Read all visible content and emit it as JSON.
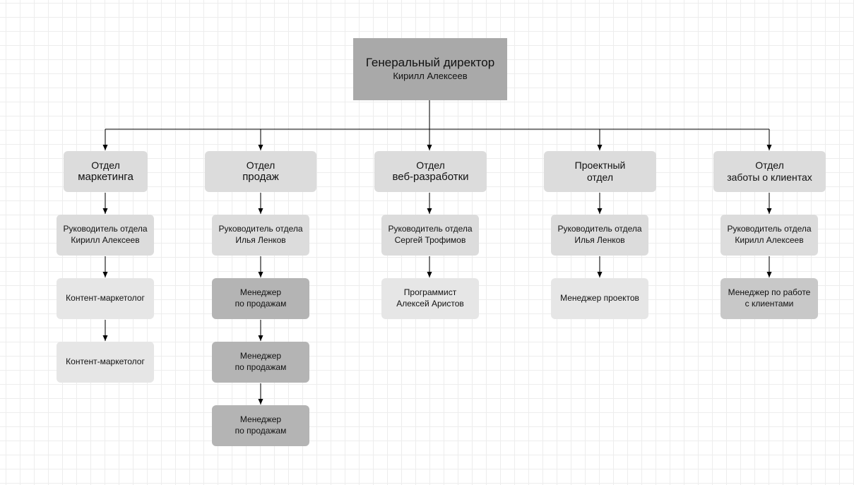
{
  "ceo": {
    "title": "Генеральный директор",
    "name": "Кирилл Алексеев"
  },
  "departments": [
    {
      "line1": "Отдел",
      "line2": "маркетинга",
      "head_title": "Руководитель отдела",
      "head_name": "Кирилл Алексеев",
      "staff": [
        {
          "line1": "Контент-маркетолог",
          "line2": ""
        },
        {
          "line1": "Контент-маркетолог",
          "line2": ""
        }
      ]
    },
    {
      "line1": "Отдел",
      "line2": "продаж",
      "head_title": "Руководитель отдела",
      "head_name": "Илья Ленков",
      "staff": [
        {
          "line1": "Менеджер",
          "line2": "по продажам"
        },
        {
          "line1": "Менеджер",
          "line2": "по продажам"
        },
        {
          "line1": "Менеджер",
          "line2": "по продажам"
        }
      ]
    },
    {
      "line1": "Отдел",
      "line2": "веб-разработки",
      "head_title": "Руководитель отдела",
      "head_name": "Сергей Трофимов",
      "staff": [
        {
          "line1": "Программист",
          "line2": "Алексей Аристов"
        }
      ]
    },
    {
      "line1": "Проектный",
      "line2": "отдел",
      "head_title": "Руководитель отдела",
      "head_name": "Илья Ленков",
      "staff": [
        {
          "line1": "Менеджер проектов",
          "line2": ""
        }
      ]
    },
    {
      "line1": "Отдел",
      "line2": "заботы о клиентах",
      "head_title": "Руководитель отдела",
      "head_name": "Кирилл Алексеев",
      "staff": [
        {
          "line1": "Менеджер по работе",
          "line2": "с клиентами"
        }
      ]
    }
  ],
  "colors": {
    "ceo_fill": "#a9a9a9",
    "department_fill": "#dcdcdc",
    "head_fill": "#dcdcdc",
    "staff_light_fill": "#e6e6e6",
    "staff_dark_fill": "#b4b4b4",
    "staff_mid_fill": "#c8c8c8",
    "connector": "#000000",
    "grid": "#ededed"
  }
}
